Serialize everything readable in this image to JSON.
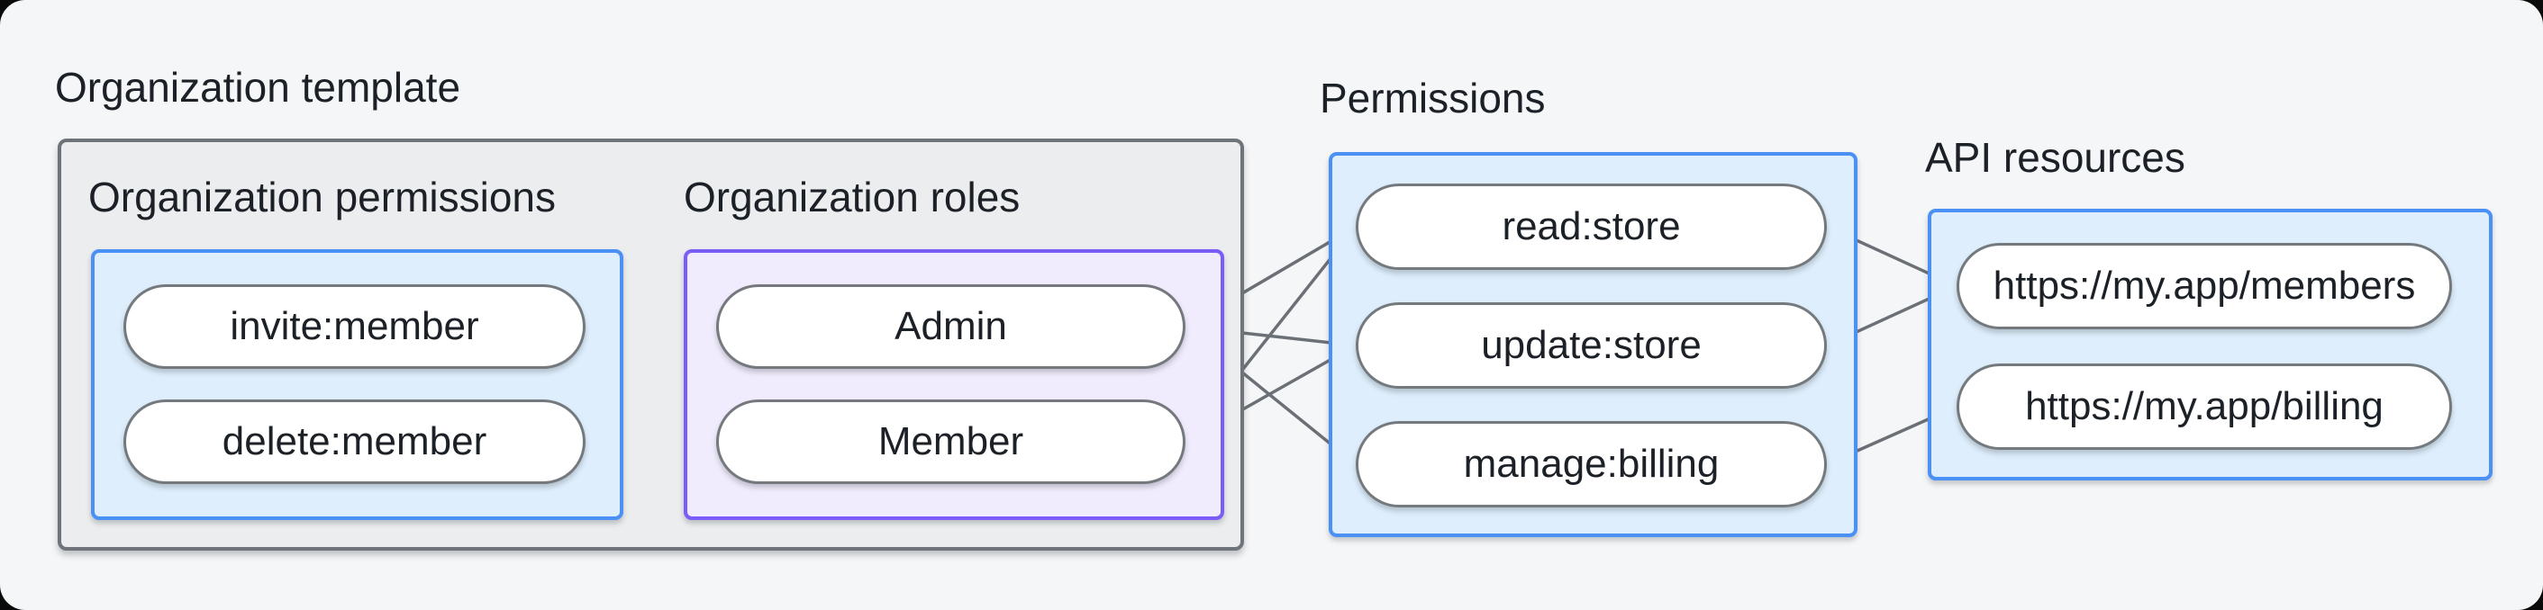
{
  "title": "Organization template",
  "org_template": {
    "permissions_panel": {
      "label": "Organization permissions",
      "items": [
        "invite:member",
        "delete:member"
      ]
    },
    "roles_panel": {
      "label": "Organization roles",
      "items": [
        "Admin",
        "Member"
      ]
    }
  },
  "permissions_section": {
    "label": "Permissions",
    "items": [
      "read:store",
      "update:store",
      "manage:billing"
    ]
  },
  "api_resources_section": {
    "label": "API resources",
    "items": [
      "https://my.app/members",
      "https://my.app/billing"
    ]
  },
  "connections": [
    {
      "from": "invite:member",
      "to": "Admin"
    },
    {
      "from": "invite:member",
      "to": "Member"
    },
    {
      "from": "delete:member",
      "to": "Member"
    },
    {
      "from": "Admin",
      "to": "read:store"
    },
    {
      "from": "Admin",
      "to": "update:store"
    },
    {
      "from": "Admin",
      "to": "manage:billing"
    },
    {
      "from": "Member",
      "to": "read:store"
    },
    {
      "from": "Member",
      "to": "update:store"
    },
    {
      "from": "read:store",
      "to": "https://my.app/members"
    },
    {
      "from": "update:store",
      "to": "https://my.app/members"
    },
    {
      "from": "manage:billing",
      "to": "https://my.app/billing"
    }
  ],
  "colors": {
    "canvas_bg": "#f4f6f7",
    "container_bg": "#ebedee",
    "container_border": "#6f747a",
    "blue_fill": "#deeefc",
    "blue_border": "#4a90f5",
    "purple_fill": "#f1ecfd",
    "purple_border": "#7c5cf8",
    "node_fill": "#ffffff",
    "node_border": "#74797e",
    "edge": "#6b7076",
    "text": "#1c2127"
  }
}
